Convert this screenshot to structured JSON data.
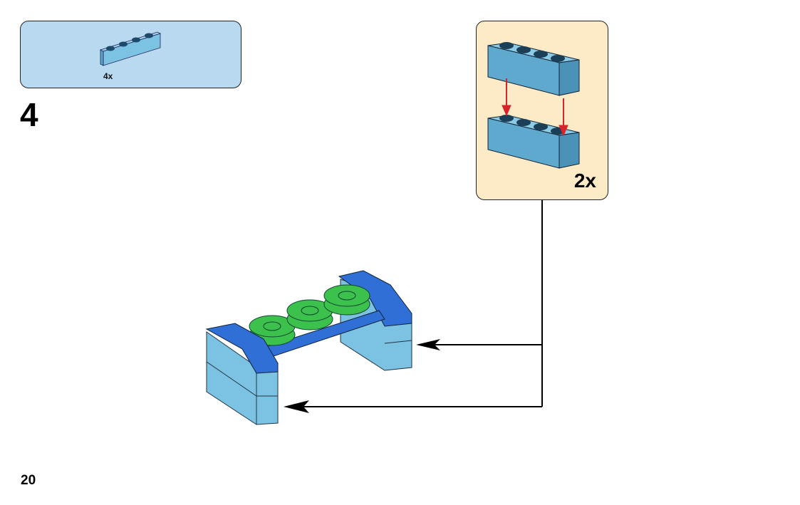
{
  "parts_list": {
    "quantity_label": "4x",
    "part": "1x4 brick",
    "color": "#6ab4d8"
  },
  "step": {
    "number": "4"
  },
  "subassembly": {
    "quantity_label": "2x",
    "arrow_color": "#d8232a"
  },
  "page": {
    "number": "20"
  },
  "colors": {
    "parts_bg": "#b9d9f1",
    "sub_bg": "#fdebc8",
    "light_blue": "#7cc3e3",
    "dark_blue": "#2f6fd6",
    "green": "#3cc24c"
  }
}
